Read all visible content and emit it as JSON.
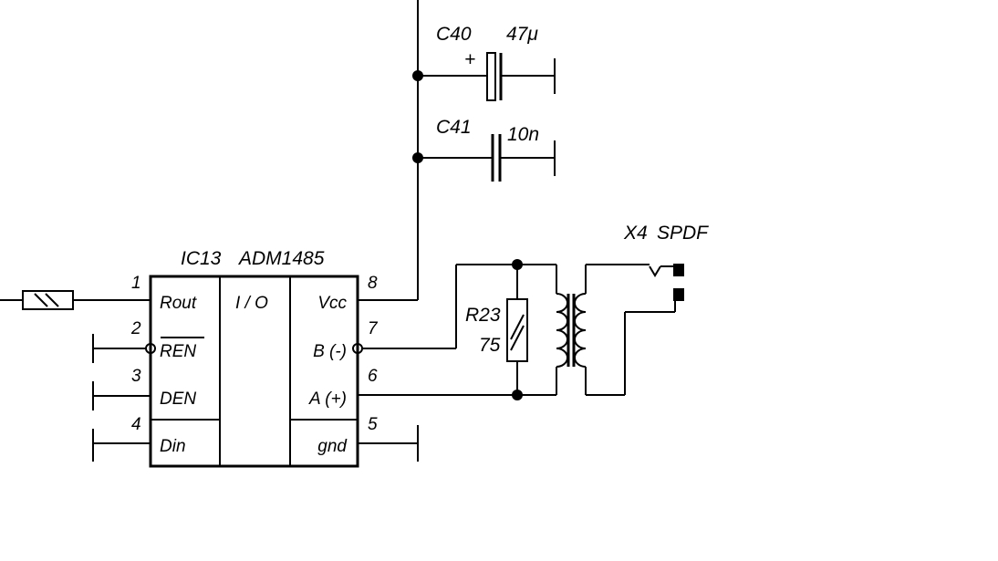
{
  "ic": {
    "ref": "IC13",
    "part": "ADM1485",
    "center_label": "I / O",
    "pins": [
      {
        "num": "1",
        "name": "Rout"
      },
      {
        "num": "2",
        "name": "REN"
      },
      {
        "num": "3",
        "name": "DEN"
      },
      {
        "num": "4",
        "name": "Din"
      },
      {
        "num": "5",
        "name": "gnd"
      },
      {
        "num": "6",
        "name": "A (+)"
      },
      {
        "num": "7",
        "name": "B (-)"
      },
      {
        "num": "8",
        "name": "Vcc"
      }
    ]
  },
  "c40": {
    "ref": "C40",
    "value": "47μ",
    "polarity": "+"
  },
  "c41": {
    "ref": "C41",
    "value": "10n"
  },
  "r23": {
    "ref": "R23",
    "value": "75"
  },
  "x4": {
    "ref": "X4",
    "name": "SPDF"
  }
}
